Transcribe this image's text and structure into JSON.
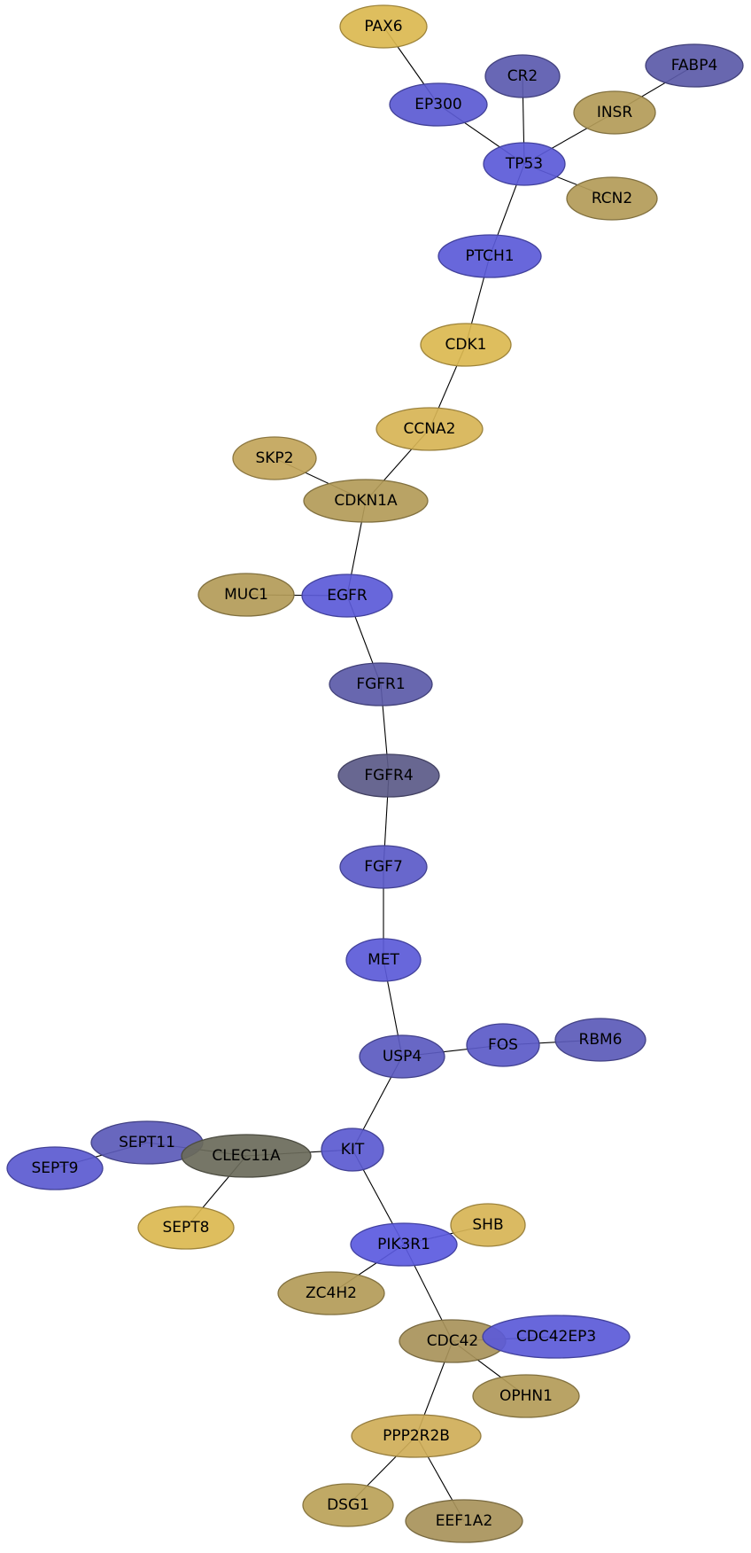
{
  "network": {
    "nodes": [
      {
        "id": "PAX6",
        "label": "PAX6",
        "color": "#dbb850"
      },
      {
        "id": "EP300",
        "label": "EP300",
        "color": "#5b5ad2"
      },
      {
        "id": "CR2",
        "label": "CR2",
        "color": "#5b5aaf"
      },
      {
        "id": "FABP4",
        "label": "FABP4",
        "color": "#5b5aa8"
      },
      {
        "id": "INSR",
        "label": "INSR",
        "color": "#b39b58"
      },
      {
        "id": "TP53",
        "label": "TP53",
        "color": "#5b5ad8"
      },
      {
        "id": "RCN2",
        "label": "RCN2",
        "color": "#b39b58"
      },
      {
        "id": "PTCH1",
        "label": "PTCH1",
        "color": "#5b5ad8"
      },
      {
        "id": "CDK1",
        "label": "CDK1",
        "color": "#dbb850"
      },
      {
        "id": "CCNA2",
        "label": "CCNA2",
        "color": "#d7b455"
      },
      {
        "id": "SKP2",
        "label": "SKP2",
        "color": "#c2a55a"
      },
      {
        "id": "CDKN1A",
        "label": "CDKN1A",
        "color": "#b39b58"
      },
      {
        "id": "MUC1",
        "label": "MUC1",
        "color": "#b39b58"
      },
      {
        "id": "EGFR",
        "label": "EGFR",
        "color": "#5b5ad8"
      },
      {
        "id": "FGFR1",
        "label": "FGFR1",
        "color": "#5b5aa8"
      },
      {
        "id": "FGFR4",
        "label": "FGFR4",
        "color": "#5b5a88"
      },
      {
        "id": "FGF7",
        "label": "FGF7",
        "color": "#5b5ac8"
      },
      {
        "id": "MET",
        "label": "MET",
        "color": "#5b5ad8"
      },
      {
        "id": "USP4",
        "label": "USP4",
        "color": "#5b5ac0"
      },
      {
        "id": "FOS",
        "label": "FOS",
        "color": "#5b5ac8"
      },
      {
        "id": "RBM6",
        "label": "RBM6",
        "color": "#5b5ab8"
      },
      {
        "id": "SEPT11",
        "label": "SEPT11",
        "color": "#5b5ab8"
      },
      {
        "id": "SEPT9",
        "label": "SEPT9",
        "color": "#5b5ad0"
      },
      {
        "id": "CLEC11A",
        "label": "CLEC11A",
        "color": "#6a6a5a"
      },
      {
        "id": "KIT",
        "label": "KIT",
        "color": "#5b5ad0"
      },
      {
        "id": "SEPT8",
        "label": "SEPT8",
        "color": "#dbb850"
      },
      {
        "id": "SHB",
        "label": "SHB",
        "color": "#d7b455"
      },
      {
        "id": "PIK3R1",
        "label": "PIK3R1",
        "color": "#5b5ae0"
      },
      {
        "id": "ZC4H2",
        "label": "ZC4H2",
        "color": "#b39b58"
      },
      {
        "id": "CDC42",
        "label": "CDC42",
        "color": "#a8935a"
      },
      {
        "id": "CDC42EP3",
        "label": "CDC42EP3",
        "color": "#5b5ad8"
      },
      {
        "id": "OPHN1",
        "label": "OPHN1",
        "color": "#b39b58"
      },
      {
        "id": "PPP2R2B",
        "label": "PPP2R2B",
        "color": "#cfae58"
      },
      {
        "id": "DSG1",
        "label": "DSG1",
        "color": "#bba258"
      },
      {
        "id": "EEF1A2",
        "label": "EEF1A2",
        "color": "#a8935a"
      }
    ],
    "edges": [
      [
        "PAX6",
        "EP300"
      ],
      [
        "EP300",
        "TP53"
      ],
      [
        "CR2",
        "TP53"
      ],
      [
        "FABP4",
        "INSR"
      ],
      [
        "INSR",
        "TP53"
      ],
      [
        "TP53",
        "RCN2"
      ],
      [
        "TP53",
        "PTCH1"
      ],
      [
        "PTCH1",
        "CDK1"
      ],
      [
        "CDK1",
        "CCNA2"
      ],
      [
        "CCNA2",
        "CDKN1A"
      ],
      [
        "SKP2",
        "CDKN1A"
      ],
      [
        "CDKN1A",
        "EGFR"
      ],
      [
        "MUC1",
        "EGFR"
      ],
      [
        "EGFR",
        "FGFR1"
      ],
      [
        "FGFR1",
        "FGFR4"
      ],
      [
        "FGFR4",
        "FGF7"
      ],
      [
        "FGF7",
        "MET"
      ],
      [
        "MET",
        "USP4"
      ],
      [
        "USP4",
        "FOS"
      ],
      [
        "FOS",
        "RBM6"
      ],
      [
        "USP4",
        "KIT"
      ],
      [
        "KIT",
        "CLEC11A"
      ],
      [
        "CLEC11A",
        "SEPT11"
      ],
      [
        "SEPT11",
        "SEPT9"
      ],
      [
        "CLEC11A",
        "SEPT8"
      ],
      [
        "KIT",
        "PIK3R1"
      ],
      [
        "PIK3R1",
        "SHB"
      ],
      [
        "PIK3R1",
        "ZC4H2"
      ],
      [
        "PIK3R1",
        "CDC42"
      ],
      [
        "CDC42",
        "CDC42EP3"
      ],
      [
        "CDC42",
        "OPHN1"
      ],
      [
        "CDC42",
        "PPP2R2B"
      ],
      [
        "PPP2R2B",
        "DSG1"
      ],
      [
        "PPP2R2B",
        "EEF1A2"
      ]
    ]
  }
}
